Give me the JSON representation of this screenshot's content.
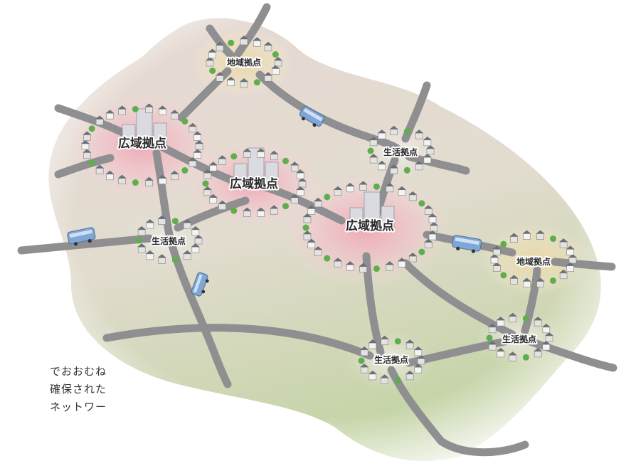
{
  "hubs": [
    {
      "id": "chiiki-top",
      "label": "地域拠点",
      "kind": "regional"
    },
    {
      "id": "kouiki-left",
      "label": "広域拠点",
      "kind": "wide"
    },
    {
      "id": "kouiki-mid",
      "label": "広域拠点",
      "kind": "wide"
    },
    {
      "id": "kouiki-main",
      "label": "広域拠点",
      "kind": "wide"
    },
    {
      "id": "chiiki-right",
      "label": "地域拠点",
      "kind": "regional"
    },
    {
      "id": "seikatsu-upper",
      "label": "生活拠点",
      "kind": "living"
    },
    {
      "id": "seikatsu-left",
      "label": "生活拠点",
      "kind": "living"
    },
    {
      "id": "seikatsu-bottom",
      "label": "生活拠点",
      "kind": "living"
    },
    {
      "id": "seikatsu-lowright",
      "label": "生活拠点",
      "kind": "living"
    }
  ],
  "side_text": [
    "でおおむね",
    "確保された",
    "ネットワー"
  ],
  "colors": {
    "road": "#8f8f91",
    "wide_glow": "#f1b4c0",
    "regional_glow": "#ecdcae",
    "living_ring": "#d8d8d4",
    "ground": "#e4dcd3",
    "ground_green": "#c9d6ad",
    "bus": "#7ea6d6"
  }
}
